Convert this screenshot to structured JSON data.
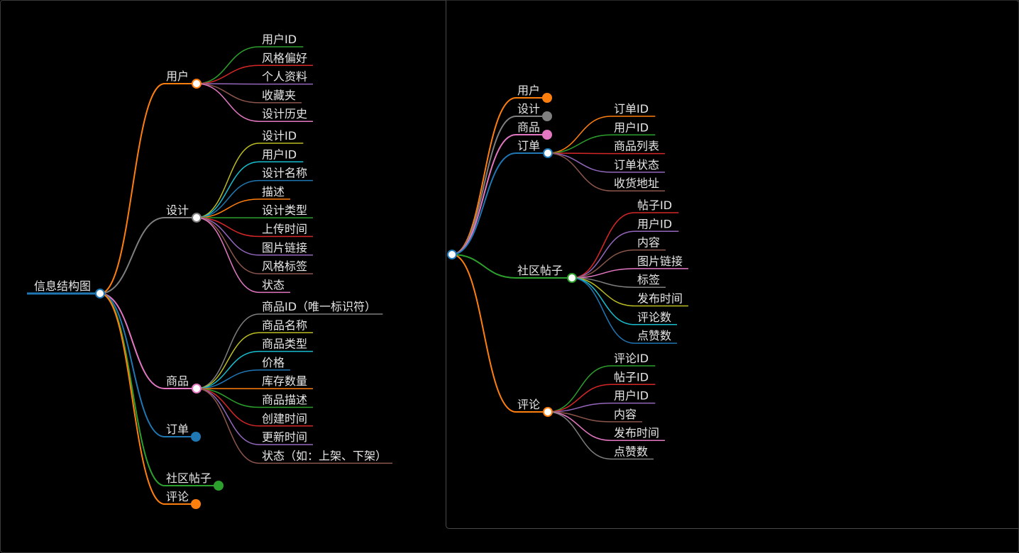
{
  "colors": {
    "background": "#000000",
    "text": "#e6e6e6",
    "node_fill_open": "#ffffff",
    "palette": [
      "#ff7f0e",
      "#1f77b4",
      "#2ca02c",
      "#d62728",
      "#9467bd",
      "#8c564b",
      "#e377c2",
      "#7f7f7f",
      "#bcbd22",
      "#17becf"
    ]
  },
  "left_map": {
    "root": {
      "label": "信息结构图",
      "color": "#1f77b4"
    },
    "branches": [
      {
        "label": "用户",
        "color": "#ff7f0e",
        "expanded": true,
        "children": [
          {
            "label": "用户ID",
            "color": "#2ca02c"
          },
          {
            "label": "风格偏好",
            "color": "#d62728"
          },
          {
            "label": "个人资料",
            "color": "#9467bd"
          },
          {
            "label": "收藏夹",
            "color": "#8c564b"
          },
          {
            "label": "设计历史",
            "color": "#e377c2"
          }
        ]
      },
      {
        "label": "设计",
        "color": "#7f7f7f",
        "expanded": true,
        "children": [
          {
            "label": "设计ID",
            "color": "#bcbd22"
          },
          {
            "label": "用户ID",
            "color": "#17becf"
          },
          {
            "label": "设计名称",
            "color": "#1f77b4"
          },
          {
            "label": "描述",
            "color": "#ff7f0e"
          },
          {
            "label": "设计类型",
            "color": "#2ca02c"
          },
          {
            "label": "上传时间",
            "color": "#d62728"
          },
          {
            "label": "图片链接",
            "color": "#9467bd"
          },
          {
            "label": "风格标签",
            "color": "#8c564b"
          },
          {
            "label": "状态",
            "color": "#e377c2"
          }
        ]
      },
      {
        "label": "商品",
        "color": "#e377c2",
        "expanded": true,
        "children": [
          {
            "label": "商品ID（唯一标识符）",
            "color": "#7f7f7f"
          },
          {
            "label": "商品名称",
            "color": "#bcbd22"
          },
          {
            "label": "商品类型",
            "color": "#17becf"
          },
          {
            "label": "价格",
            "color": "#1f77b4"
          },
          {
            "label": "库存数量",
            "color": "#ff7f0e"
          },
          {
            "label": "商品描述",
            "color": "#2ca02c"
          },
          {
            "label": "创建时间",
            "color": "#d62728"
          },
          {
            "label": "更新时间",
            "color": "#9467bd"
          },
          {
            "label": "状态（如：上架、下架）",
            "color": "#8c564b"
          }
        ]
      },
      {
        "label": "订单",
        "color": "#1f77b4",
        "expanded": false,
        "children": []
      },
      {
        "label": "社区帖子",
        "color": "#2ca02c",
        "expanded": false,
        "children": []
      },
      {
        "label": "评论",
        "color": "#ff7f0e",
        "expanded": false,
        "children": []
      }
    ]
  },
  "right_map": {
    "root": {
      "label": "",
      "color": "#1f77b4"
    },
    "branches": [
      {
        "label": "用户",
        "color": "#ff7f0e",
        "expanded": false,
        "children": []
      },
      {
        "label": "设计",
        "color": "#7f7f7f",
        "expanded": false,
        "children": []
      },
      {
        "label": "商品",
        "color": "#e377c2",
        "expanded": false,
        "children": []
      },
      {
        "label": "订单",
        "color": "#1f77b4",
        "expanded": true,
        "children": [
          {
            "label": "订单ID",
            "color": "#ff7f0e"
          },
          {
            "label": "用户ID",
            "color": "#2ca02c"
          },
          {
            "label": "商品列表",
            "color": "#d62728"
          },
          {
            "label": "订单状态",
            "color": "#9467bd"
          },
          {
            "label": "收货地址",
            "color": "#8c564b"
          }
        ]
      },
      {
        "label": "社区帖子",
        "color": "#2ca02c",
        "expanded": true,
        "children": [
          {
            "label": "帖子ID",
            "color": "#d62728"
          },
          {
            "label": "用户ID",
            "color": "#9467bd"
          },
          {
            "label": "内容",
            "color": "#8c564b"
          },
          {
            "label": "图片链接",
            "color": "#e377c2"
          },
          {
            "label": "标签",
            "color": "#7f7f7f"
          },
          {
            "label": "发布时间",
            "color": "#bcbd22"
          },
          {
            "label": "评论数",
            "color": "#17becf"
          },
          {
            "label": "点赞数",
            "color": "#1f77b4"
          }
        ]
      },
      {
        "label": "评论",
        "color": "#ff7f0e",
        "expanded": true,
        "children": [
          {
            "label": "评论ID",
            "color": "#2ca02c"
          },
          {
            "label": "帖子ID",
            "color": "#d62728"
          },
          {
            "label": "用户ID",
            "color": "#9467bd"
          },
          {
            "label": "内容",
            "color": "#8c564b"
          },
          {
            "label": "发布时间",
            "color": "#e377c2"
          },
          {
            "label": "点赞数",
            "color": "#7f7f7f"
          }
        ]
      }
    ]
  }
}
